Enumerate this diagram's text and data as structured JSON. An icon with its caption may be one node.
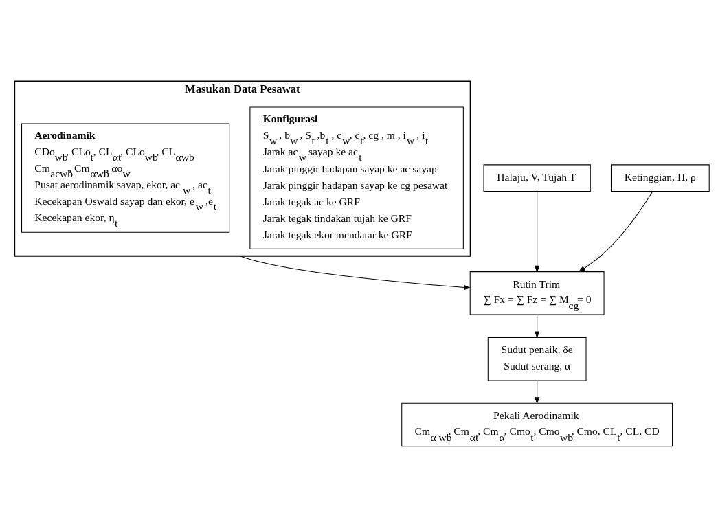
{
  "diagram": {
    "nodes": [
      {
        "text": [
          "Masukan Data Pesawat"
        ]
      },
      {
        "text": [
          "Konfigurasi",
          "S$_{w}$ , b$_{w}$ , S$_{t}$ ,b$_{t}$ , c̄$_{w}$, c̄$_{t}$, cg , m , i$_{w}$ , i$_{t}$",
          "Jarak ac$_{w}$ sayap ke ac$_{t}$",
          "Jarak pinggir hadapan sayap ke ac sayap",
          "Jarak pinggir hadapan sayap ke cg pesawat",
          "Jarak tegak ac ke GRF",
          "Jarak tegak tindakan tujah ke GRF",
          "Jarak tegak ekor mendatar ke GRF"
        ],
        "in": 0
      },
      {
        "text": [
          "Aerodinamik",
          "CDo$_{wb}$, CLo$_{t}$, CL$_{αt}$, CLo$_{wb}$, CL$_{αwb}$",
          "Cm$_{acwb}$, Cm$_{αwb}$, αo$_{w}$",
          "Pusat aerodinamik sayap, ekor, ac$_{w}$ , ac$_{t}$",
          "Kecekapan Oswald sayap dan ekor, e$_{w}$ ,e$_{t}$",
          "Kecekapan ekor, η$_{t}$"
        ],
        "in": 0
      },
      {
        "text": [
          "Halaju, V, Tujah T"
        ]
      },
      {
        "text": [
          "Ketinggian, H, ρ"
        ]
      },
      {
        "text": [
          "Rutin Trim",
          "∑ Fx = ∑ Fz = ∑ M$_{cg}$= 0"
        ]
      },
      {
        "text": [
          "Sudut penaik, δe",
          "Sudut serang, α"
        ]
      },
      {
        "text": [
          "Pekali Aerodinamik",
          "Cm$_{α wb}$, Cm$_{αt}$, Cm$_{α}$, Cmo$_{t}$, Cmo$_{wb}$, Cmo, CL$_{t}$, CL, CD"
        ]
      }
    ],
    "edges": [
      {
        "from": 0,
        "to": 5,
        "arrow": "to"
      },
      {
        "from": 3,
        "to": 5,
        "arrow": "to"
      },
      {
        "from": 4,
        "to": 5,
        "arrow": "to"
      },
      {
        "from": 5,
        "to": 6,
        "arrow": "to"
      },
      {
        "from": 6,
        "to": 7,
        "arrow": "to"
      }
    ]
  }
}
